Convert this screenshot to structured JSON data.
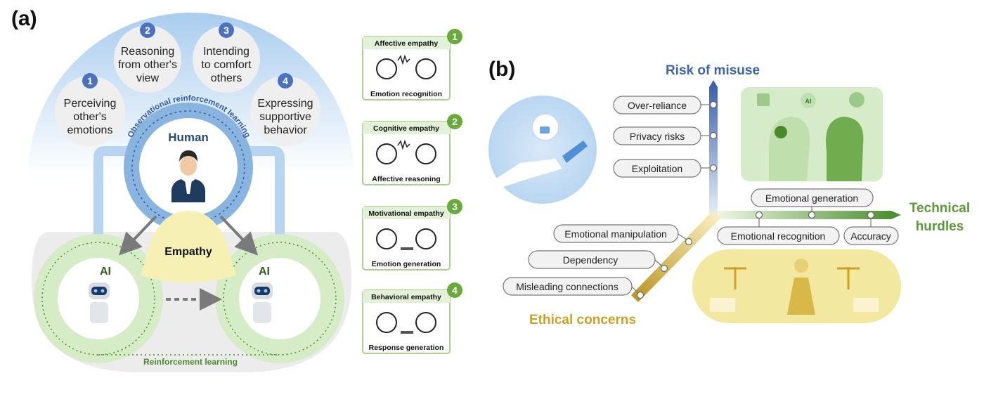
{
  "panel_a": {
    "label": "(a)",
    "steps": [
      {
        "num": "1",
        "lines": [
          "Perceiving",
          "other's",
          "emotions"
        ]
      },
      {
        "num": "2",
        "lines": [
          "Reasoning",
          "from other's",
          "view"
        ]
      },
      {
        "num": "3",
        "lines": [
          "Intending",
          "to comfort",
          "others"
        ]
      },
      {
        "num": "4",
        "lines": [
          "Expressing",
          "supportive",
          "behavior"
        ]
      }
    ],
    "human_label": "Human",
    "arc_label": "Observational reinforcement learning",
    "center_label": "Empathy",
    "ai_left_label": "AI",
    "ai_right_label": "AI",
    "bottom_label": "Reinforcement learning",
    "cards": [
      {
        "num": "1",
        "title": "Affective empathy",
        "caption": "Emotion recognition"
      },
      {
        "num": "2",
        "title": "Cognitive empathy",
        "caption": "Affective reasoning"
      },
      {
        "num": "3",
        "title": "Motivational empathy",
        "caption": "Emotion generation"
      },
      {
        "num": "4",
        "title": "Behavioral empathy",
        "caption": "Response generation"
      }
    ]
  },
  "panel_b": {
    "label": "(b)",
    "risk_title": "Risk of misuse",
    "risk_items": [
      "Over-reliance",
      "Privacy risks",
      "Exploitation"
    ],
    "technical_title": [
      "Technical",
      "hurdles"
    ],
    "technical_items": [
      "Emotional generation",
      "Emotional recognition",
      "Accuracy"
    ],
    "ethical_title": "Ethical concerns",
    "ethical_items": [
      "Emotional manipulation",
      "Dependency",
      "Misleading connections"
    ],
    "ai_badge": "AI"
  },
  "colors": {
    "blue": "#3d63b0",
    "green": "#5a9a3a",
    "gold": "#c9a227",
    "light_blue": "#cfe3f5",
    "light_green": "#d4ecc4",
    "light_yellow": "#f5eaa0"
  }
}
